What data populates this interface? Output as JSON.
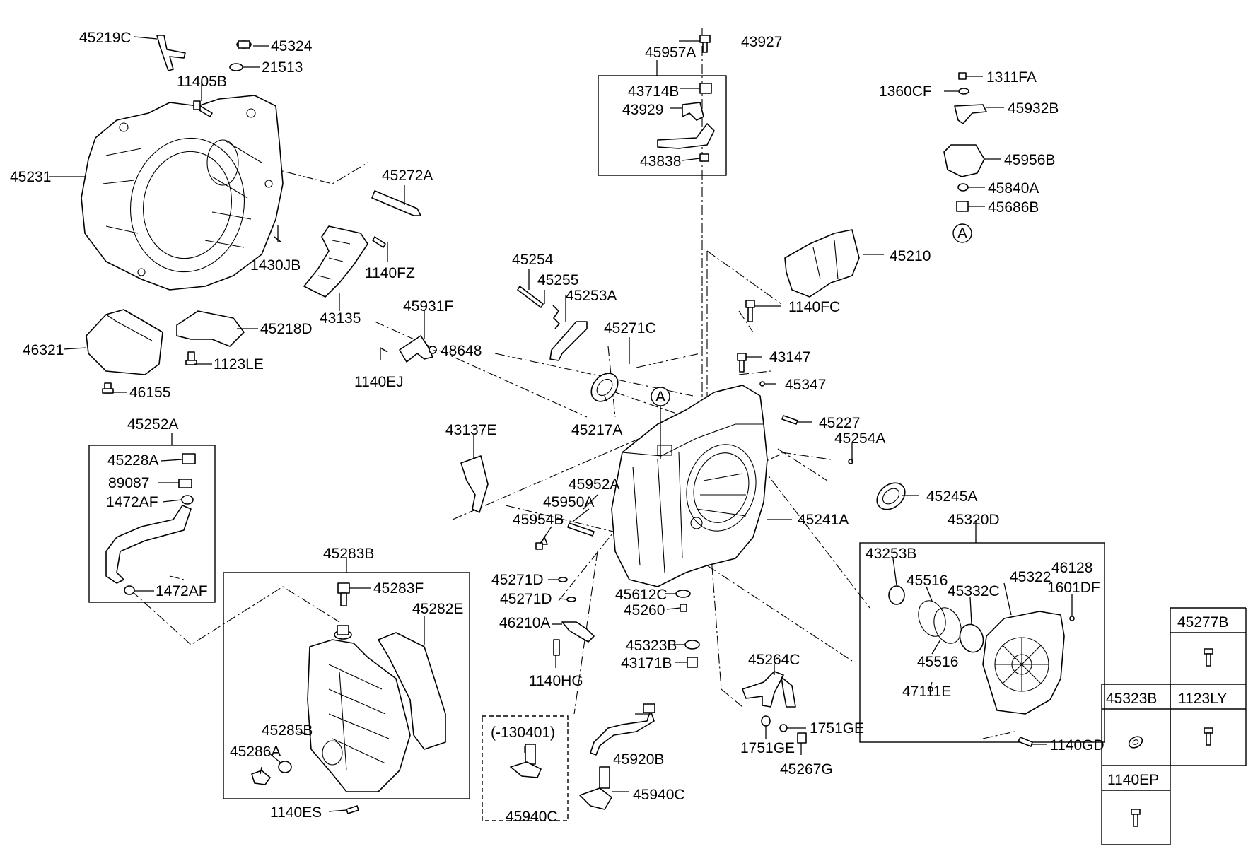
{
  "diagram": {
    "ref_marker": "A",
    "parts": {
      "p45219C": "45219C",
      "p45324": "45324",
      "p21513": "21513",
      "p11405B": "11405B",
      "p45231": "45231",
      "p45272A": "45272A",
      "p1430JB": "1430JB",
      "p1140FZ": "1140FZ",
      "p43135": "43135",
      "p45218D": "45218D",
      "p46321": "46321",
      "p1123LE": "1123LE",
      "p46155": "46155",
      "p45252A": "45252A",
      "p45228A": "45228A",
      "p89087": "89087",
      "p1472AF_a": "1472AF",
      "p1472AF_b": "1472AF",
      "p45283B": "45283B",
      "p45283F": "45283F",
      "p45282E": "45282E",
      "p45285B": "45285B",
      "p45286A": "45286A",
      "p1140ES": "1140ES",
      "p45254": "45254",
      "p45255": "45255",
      "p45253A": "45253A",
      "p45931F": "45931F",
      "p48648": "48648",
      "p1140EJ": "1140EJ",
      "p45271C": "45271C",
      "p43137E": "43137E",
      "p45217A": "45217A",
      "p45952A": "45952A",
      "p45950A": "45950A",
      "p45954B": "45954B",
      "p45271D_a": "45271D",
      "p45271D_b": "45271D",
      "p46210A": "46210A",
      "p1140HG": "1140HG",
      "p130401": "(-130401)",
      "p45940C_a": "45940C",
      "p45920B": "45920B",
      "p45940C_b": "45940C",
      "p45957A": "45957A",
      "p43927": "43927",
      "p43714B": "43714B",
      "p43929": "43929",
      "p43838": "43838",
      "p45210": "45210",
      "p1140FC": "1140FC",
      "p43147": "43147",
      "p45347": "45347",
      "p45227": "45227",
      "p45254A": "45254A",
      "p45245A": "45245A",
      "p45241A": "45241A",
      "p45612C": "45612C",
      "p45260": "45260",
      "p45323B_a": "45323B",
      "p43171B": "43171B",
      "p45264C": "45264C",
      "p1751GE_a": "1751GE",
      "p1751GE_b": "1751GE",
      "p45267G": "45267G",
      "p1311FA": "1311FA",
      "p1360CF": "1360CF",
      "p45932B": "45932B",
      "p45956B": "45956B",
      "p45840A": "45840A",
      "p45686B": "45686B",
      "p45320D": "45320D",
      "p43253B": "43253B",
      "p45516_a": "45516",
      "p45332C": "45332C",
      "p45322": "45322",
      "p46128": "46128",
      "p1601DF": "1601DF",
      "p45516_b": "45516",
      "p47111E": "47111E",
      "p1140GD": "1140GD"
    },
    "table": {
      "c45277B": "45277B",
      "c45323B": "45323B",
      "c1123LY": "1123LY",
      "c1140EP": "1140EP"
    }
  }
}
